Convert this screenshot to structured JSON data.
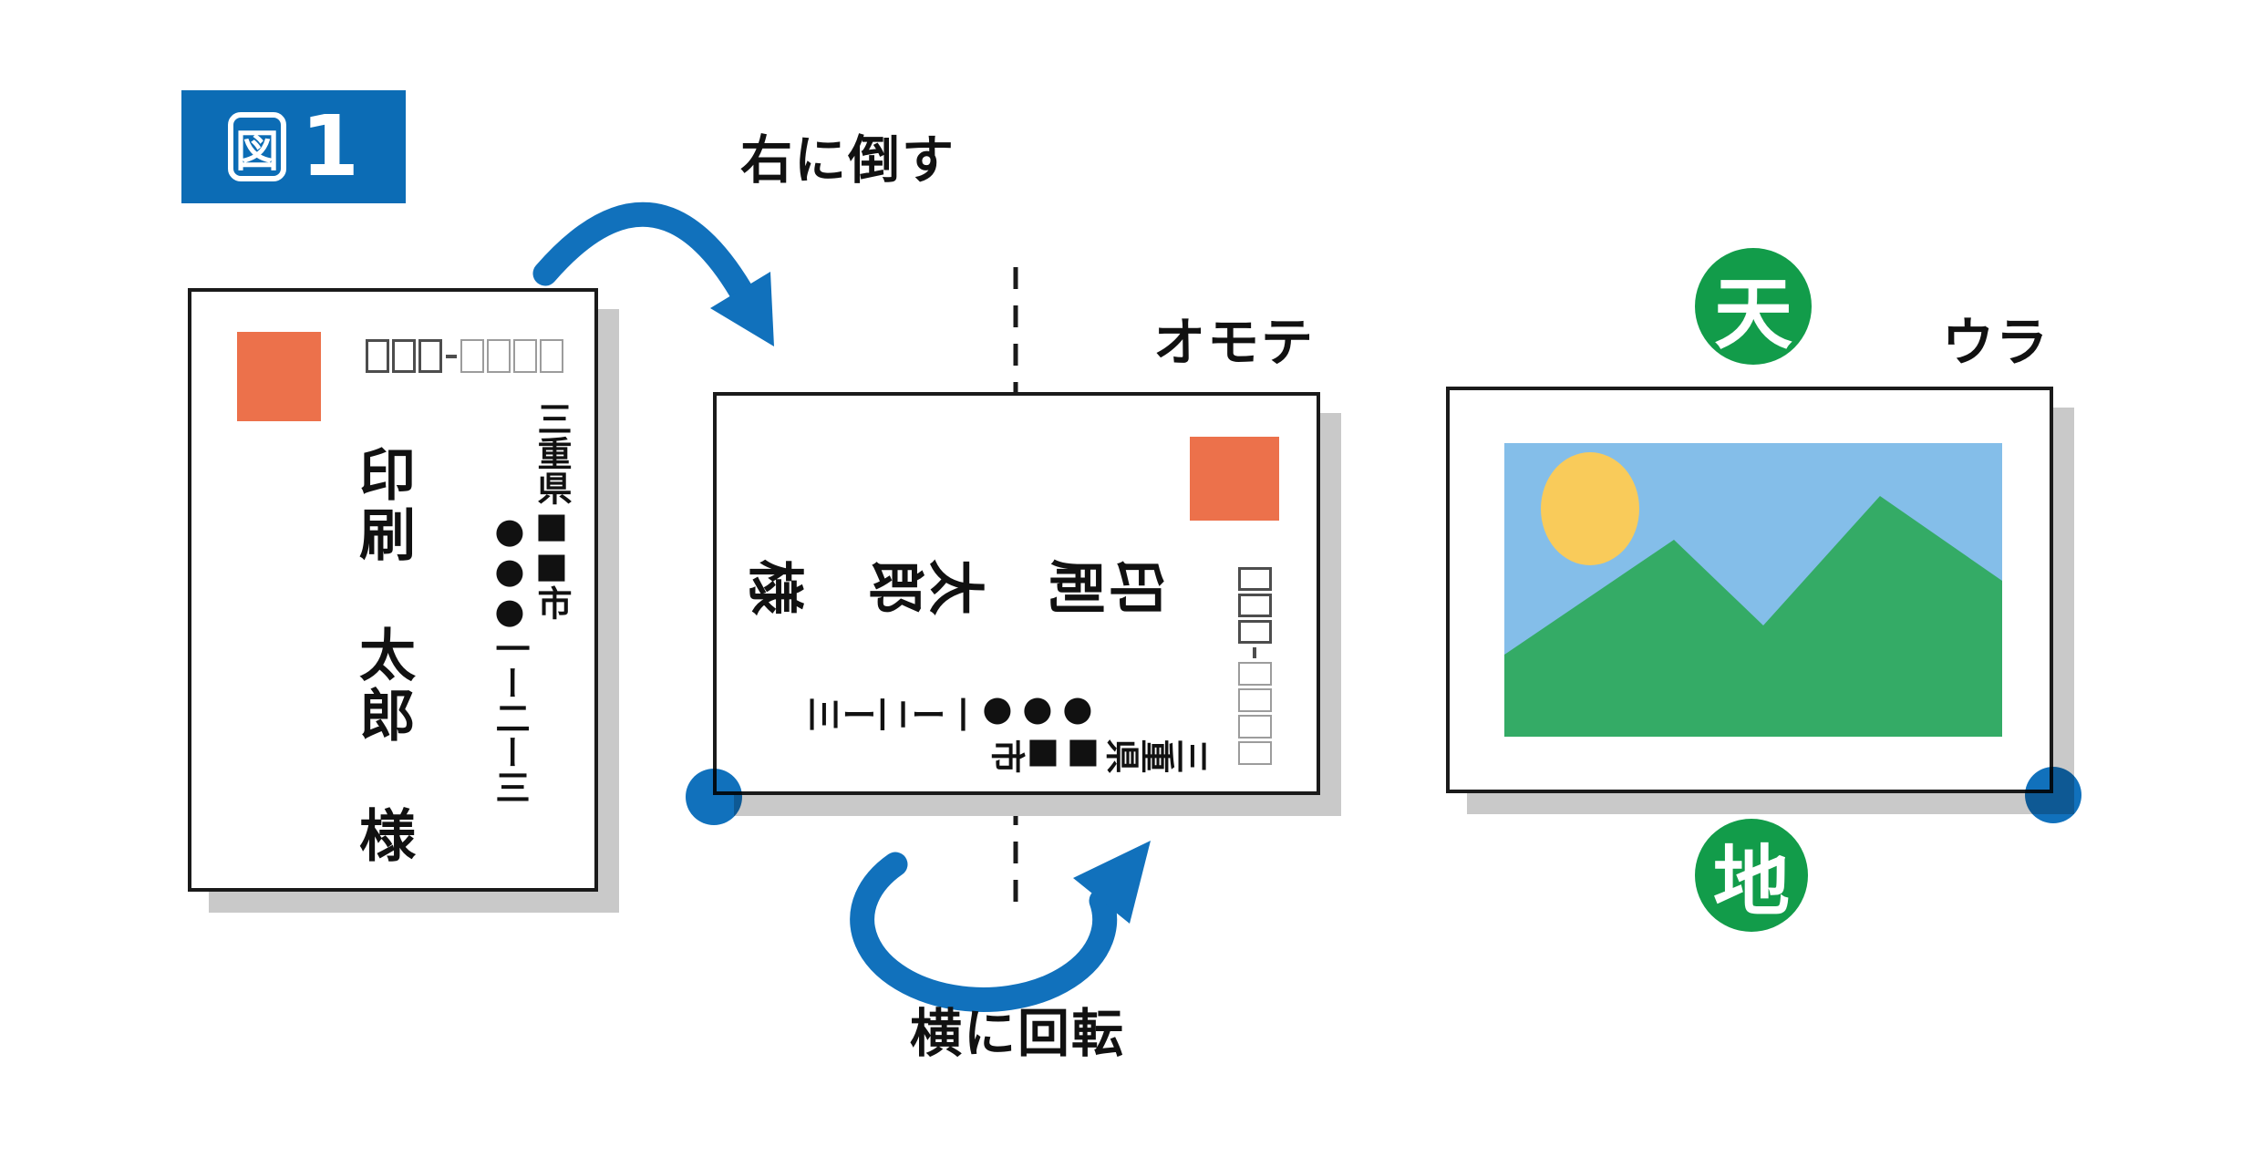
{
  "figure_label": {
    "icon_char": "図",
    "number": "1"
  },
  "labels": {
    "tilt_right": "右に倒す",
    "front": "オモテ",
    "back": "ウラ",
    "top": "天",
    "bottom": "地",
    "rotate": "横に回転"
  },
  "postcard": {
    "recipient_name": "印刷　太郎　様",
    "address_line_1": "三重県■■市",
    "address_line_2": "●●●一ー二ー三",
    "postal_code_digits_front": 3,
    "postal_code_digits_back": 4
  },
  "colors": {
    "accent-blue": "#0C6CB5",
    "arrow-blue": "#1171BC",
    "stamp-orange": "#EC714B",
    "badge-green": "#129C4A",
    "photo-sky": "#84BEE9",
    "photo-sun": "#F9CB5A",
    "photo-green": "#34AB66",
    "card-shadow": "#C9C9C9",
    "ink": "#111111"
  }
}
